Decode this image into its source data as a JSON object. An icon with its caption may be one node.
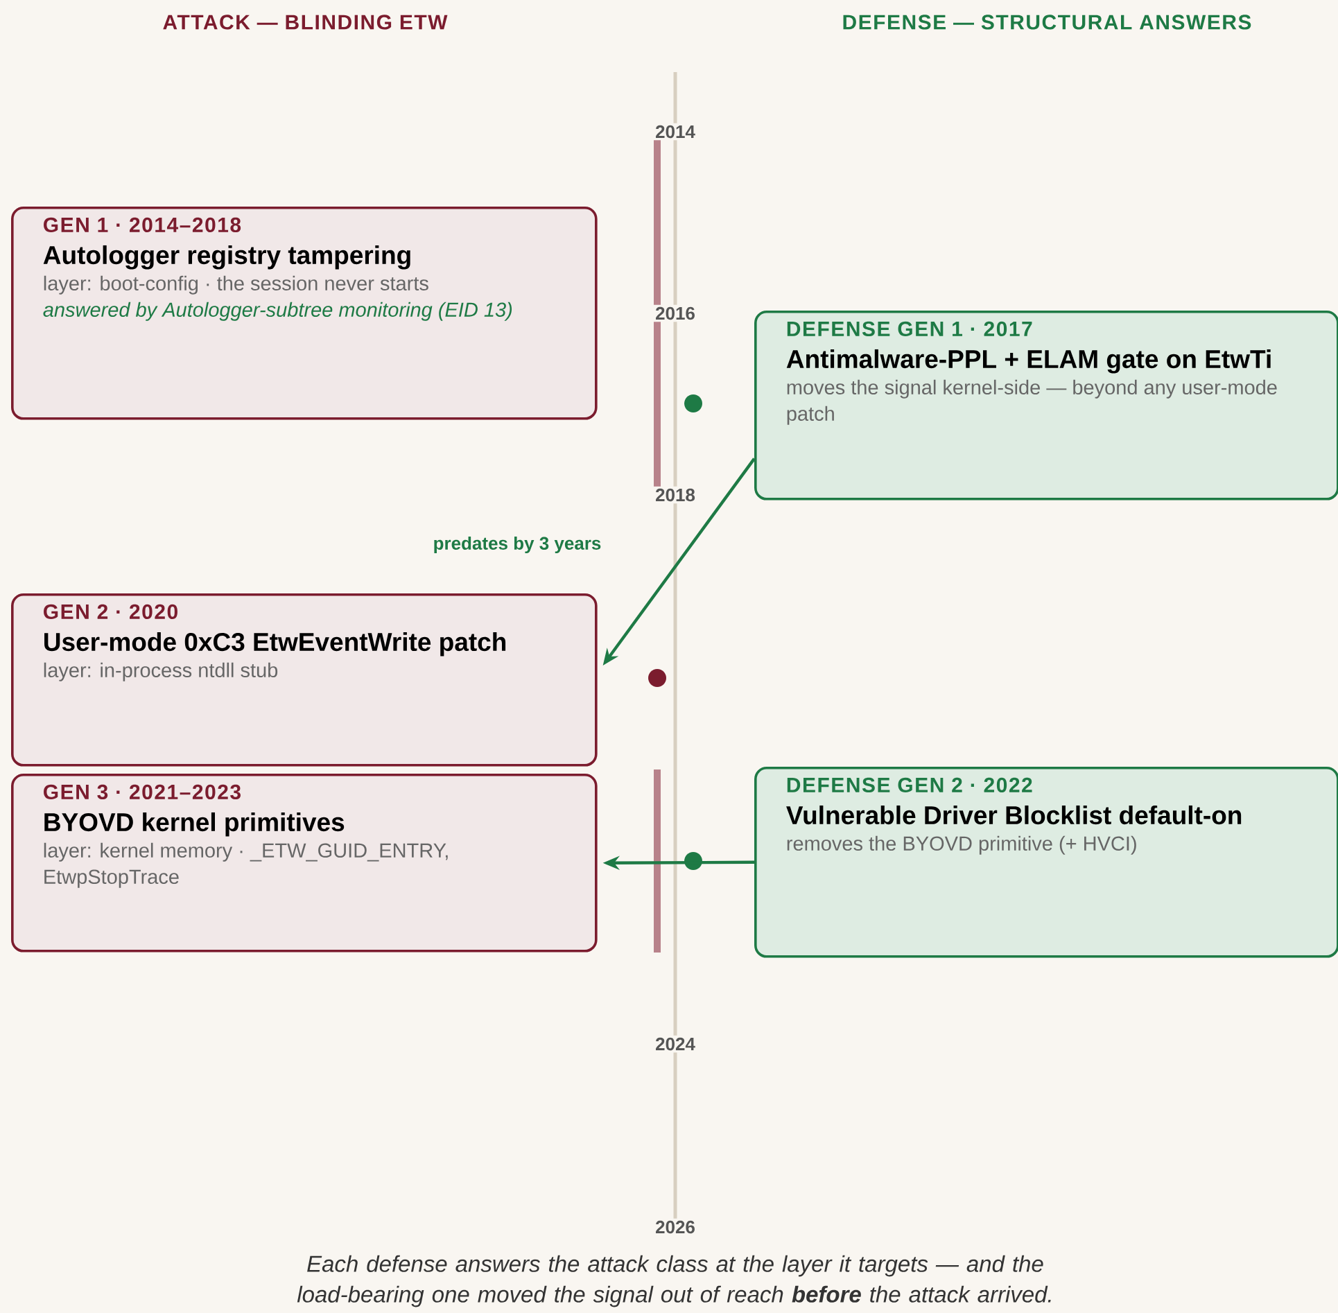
{
  "diagram": {
    "caption": "Each defense answers the attack class at the layer it targets — and the load-bearing one moved the signal out of reach **before** the attack arrived.",
    "nodes": [
      {
        "text": [
          "GEN 1 · 2014–2018",
          "Autologger registry tampering",
          "layer: boot-config · the session never starts",
          "answered by Autologger-subtree monitoring (EID 13)"
        ]
      },
      {
        "text": [
          "DEFENSE GEN 1 · 2017",
          "Antimalware-PPL + ELAM gate on EtwTi",
          "moves the signal kernel-side — beyond any user-mode patch"
        ]
      },
      {
        "text": [
          "GEN 2 · 2020",
          "User-mode 0xC3 EtwEventWrite patch",
          "layer: in-process ntdll stub"
        ]
      },
      {
        "text": [
          "GEN 3 · 2021–2023",
          "BYOVD kernel primitives",
          "layer: kernel memory · _ETW_GUID_ENTRY, EtwpStopTrace"
        ]
      },
      {
        "text": [
          "DEFENSE GEN 2 · 2022",
          "Vulnerable Driver Blocklist default-on",
          "removes the BYOVD primitive (+ HVCI)"
        ]
      }
    ],
    "edges": [
      {
        "from": 1,
        "to": 2,
        "arrow": "to",
        "label": "predates by 3 years"
      },
      {
        "from": 4,
        "to": 3,
        "arrow": "to"
      }
    ],
    "labels": [
      "ATTACK — BLINDING ETW",
      "DEFENSE — STRUCTURAL ANSWERS",
      "2014",
      "2016",
      "2018",
      "2024",
      "2026"
    ]
  }
}
